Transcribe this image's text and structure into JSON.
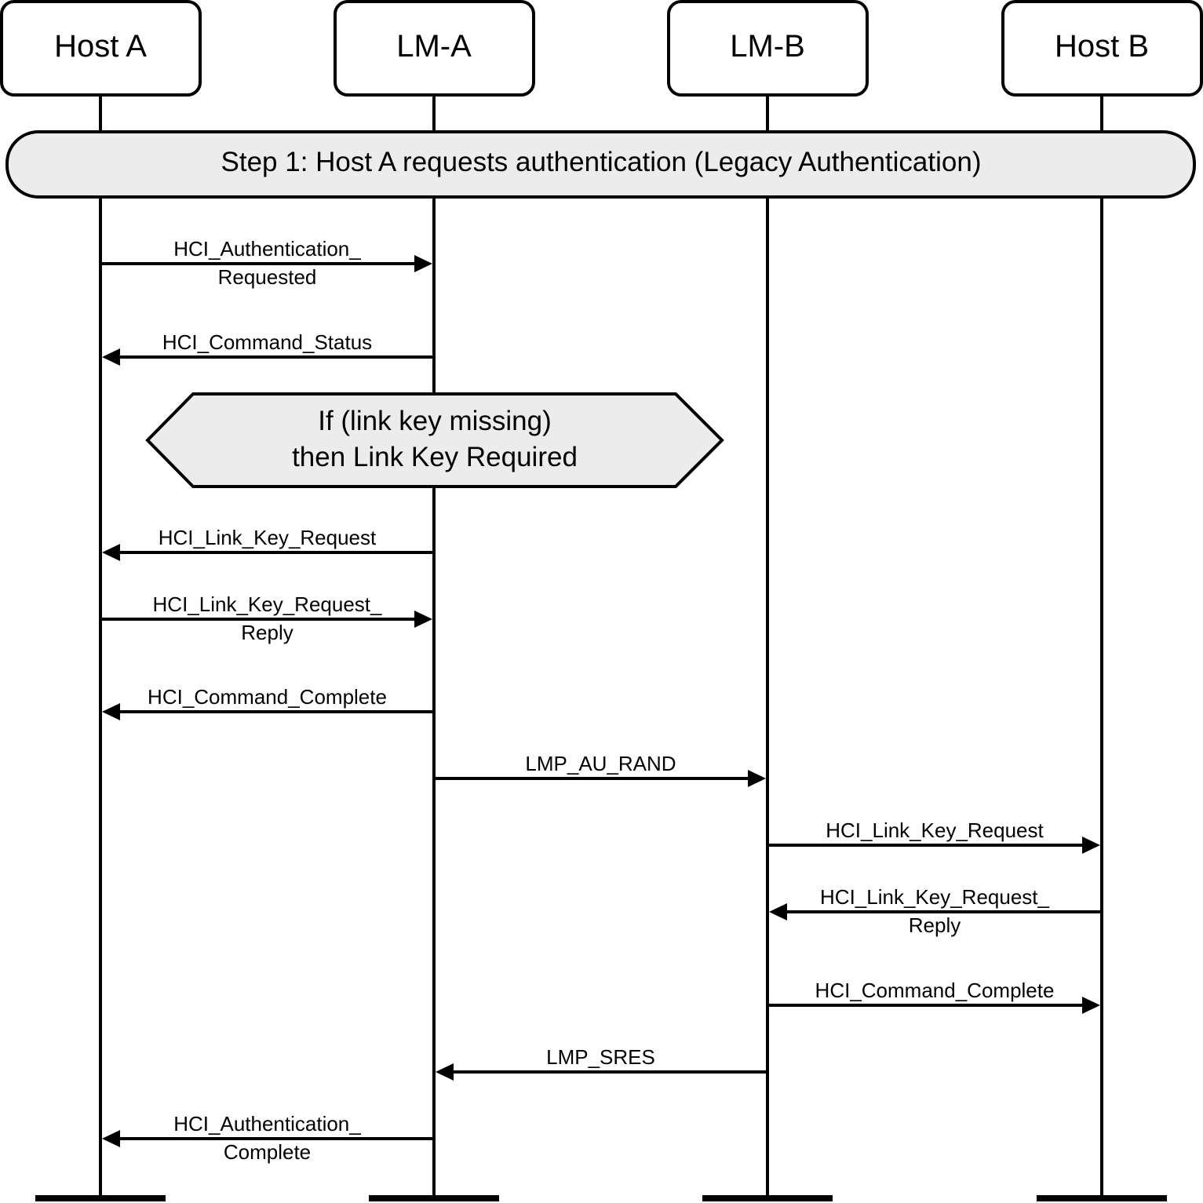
{
  "participants": [
    "Host A",
    "LM-A",
    "LM-B",
    "Host B"
  ],
  "step": "Step 1:  Host A requests authentication (Legacy Authentication)",
  "condition": [
    "If (link key missing)",
    "then Link Key Required"
  ],
  "messages": [
    {
      "from": 0,
      "to": 1,
      "lines": [
        "HCI_Authentication_",
        "Requested"
      ]
    },
    {
      "from": 1,
      "to": 0,
      "lines": [
        "HCI_Command_Status"
      ]
    },
    {
      "from": 1,
      "to": 0,
      "lines": [
        "HCI_Link_Key_Request"
      ]
    },
    {
      "from": 0,
      "to": 1,
      "lines": [
        "HCI_Link_Key_Request_",
        "Reply"
      ]
    },
    {
      "from": 1,
      "to": 0,
      "lines": [
        "HCI_Command_Complete"
      ]
    },
    {
      "from": 1,
      "to": 2,
      "lines": [
        "LMP_AU_RAND"
      ]
    },
    {
      "from": 2,
      "to": 3,
      "lines": [
        "HCI_Link_Key_Request"
      ]
    },
    {
      "from": 3,
      "to": 2,
      "lines": [
        "HCI_Link_Key_Request_",
        "Reply"
      ]
    },
    {
      "from": 2,
      "to": 3,
      "lines": [
        "HCI_Command_Complete"
      ]
    },
    {
      "from": 2,
      "to": 1,
      "lines": [
        "LMP_SRES"
      ]
    },
    {
      "from": 1,
      "to": 0,
      "lines": [
        "HCI_Authentication_",
        "Complete"
      ]
    }
  ],
  "colors": {
    "line": "#000000",
    "fill": "#ececec"
  }
}
